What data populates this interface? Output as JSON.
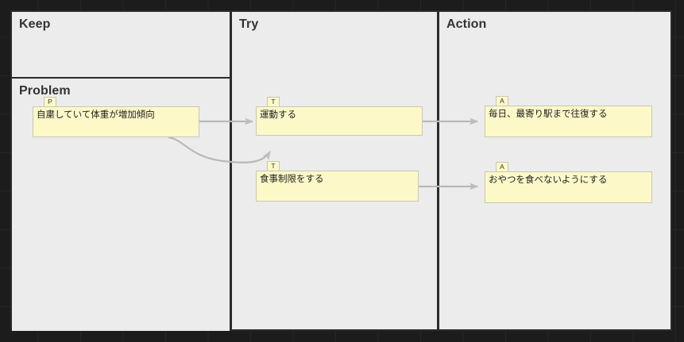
{
  "board": {
    "columns": [
      {
        "id": "keep",
        "title": "Keep"
      },
      {
        "id": "problem",
        "title": "Problem"
      },
      {
        "id": "try",
        "title": "Try"
      },
      {
        "id": "action",
        "title": "Action"
      }
    ]
  },
  "cards": [
    {
      "id": "p1",
      "badge": "P",
      "text": "自粛していて体重が増加傾向",
      "column": "problem"
    },
    {
      "id": "t1",
      "badge": "T",
      "text": "運動する",
      "column": "try"
    },
    {
      "id": "t2",
      "badge": "T",
      "text": "食事制限をする",
      "column": "try"
    },
    {
      "id": "a1",
      "badge": "A",
      "text": "毎日、最寄り駅まで往復する",
      "column": "action"
    },
    {
      "id": "a2",
      "badge": "A",
      "text": "おやつを食べないようにする",
      "column": "action"
    }
  ],
  "connectors": [
    {
      "id": "p1-t1",
      "from": "p1",
      "to": "t1",
      "shape": "straight"
    },
    {
      "id": "p1-t2",
      "from": "p1",
      "to": "t2",
      "shape": "curved"
    },
    {
      "id": "t1-a1",
      "from": "t1",
      "to": "a1",
      "shape": "straight"
    },
    {
      "id": "t2-a2",
      "from": "t2",
      "to": "a2",
      "shape": "straight"
    }
  ],
  "colors": {
    "canvas": "#1c1c1c",
    "panel": "#ececec",
    "panel_border": "#2b2b2b",
    "card_fill": "#fcf8c8",
    "card_border": "#c8c8b4",
    "connector": "#b0b0b0",
    "title_text": "#333333"
  }
}
